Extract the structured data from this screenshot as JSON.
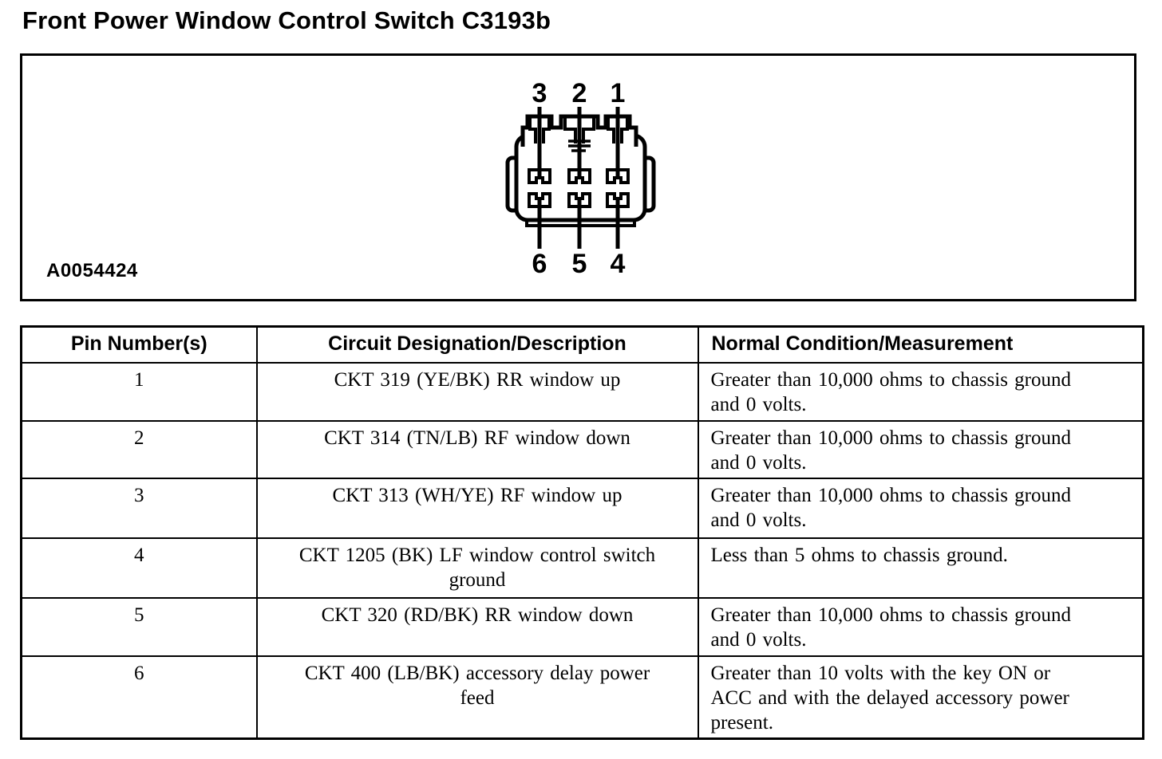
{
  "page": {
    "title": "Front Power Window Control Switch C3193b",
    "ink_color": "#000000",
    "paper_color": "#ffffff"
  },
  "diagram": {
    "figure_id": "A0054424",
    "connector_name": "6-pin connector face view",
    "top_pin_labels": [
      "3",
      "2",
      "1"
    ],
    "bottom_pin_labels": [
      "6",
      "5",
      "4"
    ]
  },
  "table": {
    "headers": [
      "Pin Number(s)",
      "Circuit Designation/Description",
      "Normal Condition/Measurement"
    ],
    "rows": [
      {
        "pin": "1",
        "circuit": "CKT 319 (YE/BK) RR window up",
        "condition": "Greater than 10,000 ohms to chassis ground\nand 0 volts."
      },
      {
        "pin": "2",
        "circuit": "CKT 314 (TN/LB) RF window down",
        "condition": "Greater than 10,000 ohms to chassis ground\nand 0 volts."
      },
      {
        "pin": "3",
        "circuit": "CKT 313 (WH/YE) RF window up",
        "condition": "Greater than 10,000 ohms to chassis ground\nand 0 volts."
      },
      {
        "pin": "4",
        "circuit": "CKT 1205 (BK) LF window control switch\nground",
        "condition": "Less than 5 ohms to chassis ground."
      },
      {
        "pin": "5",
        "circuit": "CKT 320 (RD/BK) RR window down",
        "condition": "Greater than 10,000 ohms to chassis ground\nand 0 volts."
      },
      {
        "pin": "6",
        "circuit": "CKT 400 (LB/BK) accessory delay power\nfeed",
        "condition": "Greater than 10 volts with the key ON or\nACC and with the delayed accessory power\npresent."
      }
    ]
  }
}
